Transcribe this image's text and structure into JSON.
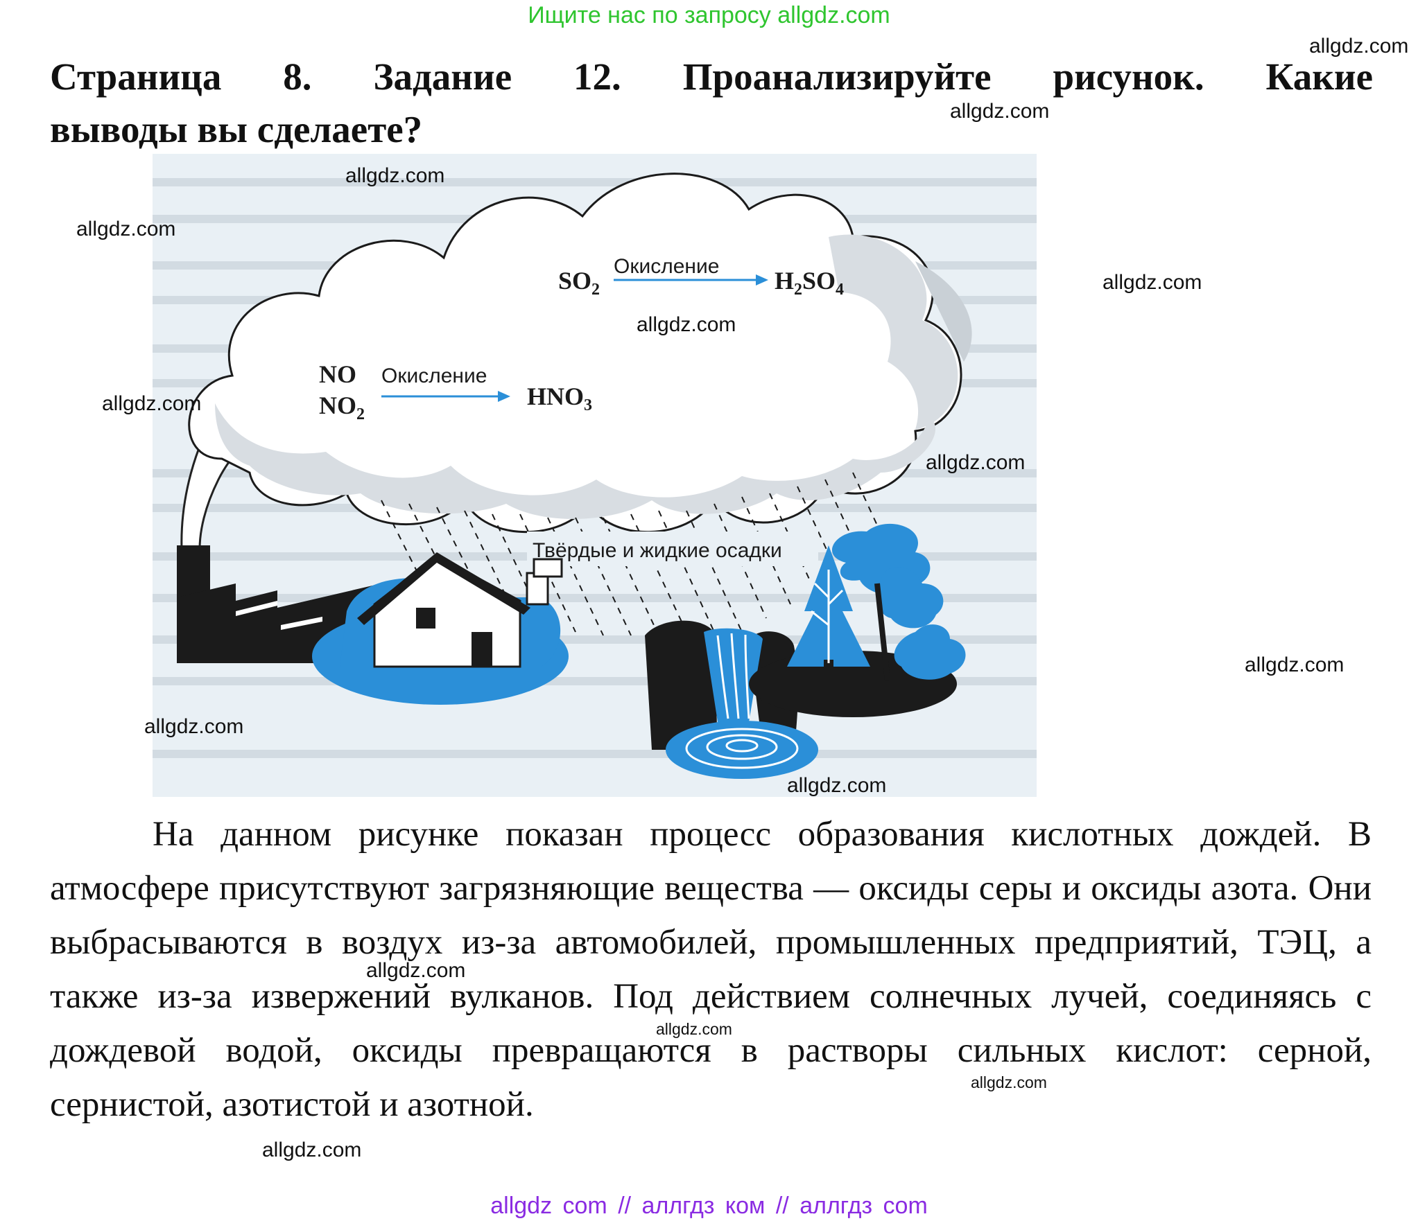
{
  "banner": {
    "text": "Ищите нас по запросу allgdz.com",
    "color": "#2fc52f"
  },
  "task": {
    "line1": "Страница 8. Задание 12.    Проанализируйте рисунок. Какие",
    "line2": "выводы вы сделаете?"
  },
  "figure": {
    "reaction1": {
      "reactant": "SO",
      "reactant_sub": "2",
      "arrow_label": "Окисление",
      "product_a": "H",
      "product_a_sub": "2",
      "product_b": "SO",
      "product_b_sub": "4"
    },
    "reaction2": {
      "reactant1": "NO",
      "reactant2": "NO",
      "reactant2_sub": "2",
      "arrow_label": "Окисление",
      "product": "HNO",
      "product_sub": "3"
    },
    "precipitation_label": "Твёрдые и жидкие осадки",
    "colors": {
      "blue": "#2b8fd8",
      "cloud": "#d8dde2",
      "dark": "#1b1b1b"
    }
  },
  "answer": {
    "text": "На данном рисунке показан процесс образования кислотных дождей. В атмосфере присутствуют загрязняющие вещества — оксиды серы и оксиды азота. Они выбрасываются в воздух из-за автомобилей, промышленных предприятий, ТЭЦ, а также из-за извержений вулканов. Под действием солнечных лучей, соединяясь с дождевой водой, оксиды превращаются в растворы сильных кислот: серной, сернистой, азотистой и азотной."
  },
  "watermark": "allgdz.com",
  "footer": {
    "text": "allgdz com  //  аллгдз ком  //  аллгдз com",
    "color": "#8a2be2"
  }
}
